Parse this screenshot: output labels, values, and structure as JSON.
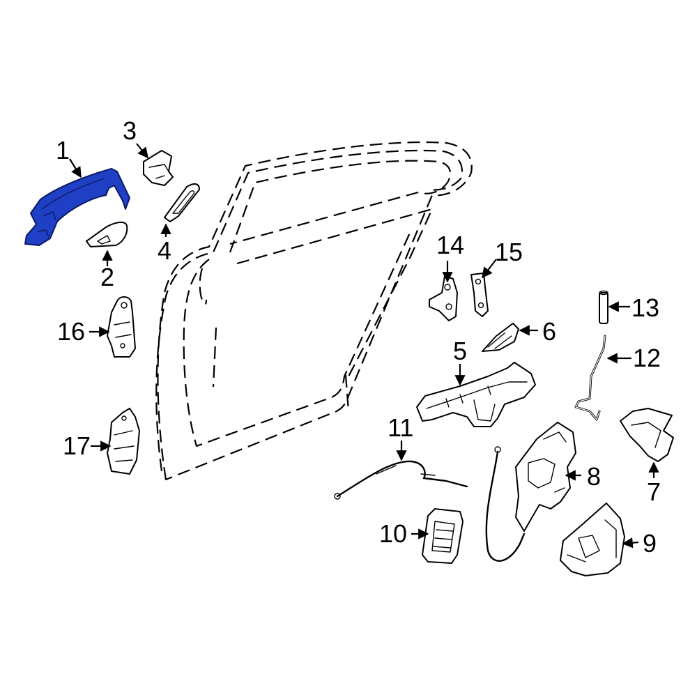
{
  "highlight_color": "#1f3fc4",
  "callouts": [
    {
      "id": "1",
      "label": "1"
    },
    {
      "id": "2",
      "label": "2"
    },
    {
      "id": "3",
      "label": "3"
    },
    {
      "id": "4",
      "label": "4"
    },
    {
      "id": "5",
      "label": "5"
    },
    {
      "id": "6",
      "label": "6"
    },
    {
      "id": "7",
      "label": "7"
    },
    {
      "id": "8",
      "label": "8"
    },
    {
      "id": "9",
      "label": "9"
    },
    {
      "id": "10",
      "label": "10"
    },
    {
      "id": "11",
      "label": "11"
    },
    {
      "id": "12",
      "label": "12"
    },
    {
      "id": "13",
      "label": "13"
    },
    {
      "id": "14",
      "label": "14"
    },
    {
      "id": "15",
      "label": "15"
    },
    {
      "id": "16",
      "label": "16"
    },
    {
      "id": "17",
      "label": "17"
    }
  ]
}
